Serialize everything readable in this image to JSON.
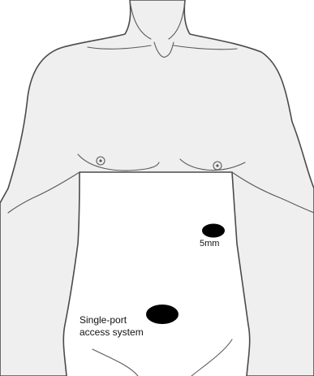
{
  "figure": {
    "background_color": "#ffffff",
    "skin_color": "#efefef",
    "outline_color": "#4a4a4a",
    "marker_color": "#000000"
  },
  "markers": [
    {
      "id": "port-5mm",
      "label_lines": [
        "5mm"
      ]
    },
    {
      "id": "single-port",
      "label_lines": [
        "Single-port",
        "access system"
      ]
    }
  ]
}
